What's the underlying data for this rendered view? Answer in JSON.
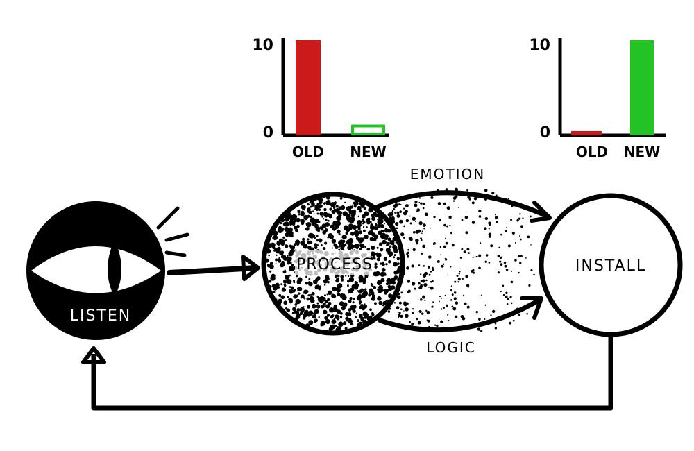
{
  "nodes": {
    "listen": "LISTEN",
    "process": "PROCESS",
    "install": "INSTALL"
  },
  "edges": {
    "emotion": "EMOTION",
    "logic": "LOGIC"
  },
  "colors": {
    "old": "#cc1a1a",
    "new": "#22c322",
    "ink": "#000000"
  },
  "chart_data": [
    {
      "type": "bar",
      "title": "",
      "categories": [
        "OLD",
        "NEW"
      ],
      "values": [
        10,
        1
      ],
      "ytick_labels": [
        "0",
        "10"
      ],
      "ylim": [
        0,
        10
      ]
    },
    {
      "type": "bar",
      "title": "",
      "categories": [
        "OLD",
        "NEW"
      ],
      "values": [
        0.3,
        10
      ],
      "ytick_labels": [
        "0",
        "10"
      ],
      "ylim": [
        0,
        10
      ]
    }
  ]
}
